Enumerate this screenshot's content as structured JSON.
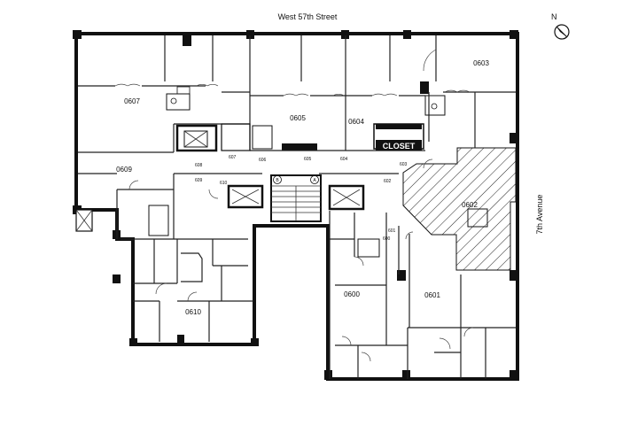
{
  "streets": {
    "north": "West 57th Street",
    "east": "7th Avenue"
  },
  "compass": {
    "label": "N"
  },
  "rooms": [
    {
      "id": "0603",
      "label": "0603"
    },
    {
      "id": "0607",
      "label": "0607"
    },
    {
      "id": "0605",
      "label": "0605"
    },
    {
      "id": "0604",
      "label": "0604"
    },
    {
      "id": "0609",
      "label": "0609"
    },
    {
      "id": "0602",
      "label": "0602"
    },
    {
      "id": "0610",
      "label": "0610"
    },
    {
      "id": "0600",
      "label": "0600"
    },
    {
      "id": "0601",
      "label": "0601"
    }
  ],
  "closet": {
    "label": "CLOSET"
  },
  "elevators": {
    "left": "B",
    "right": "A"
  },
  "doors": [
    "608",
    "607",
    "606",
    "605",
    "604",
    "603",
    "602",
    "609",
    "610",
    "601",
    "600"
  ],
  "colors": {
    "ink": "#111111",
    "hatch": "#222222",
    "closet_fill": "#111111"
  }
}
